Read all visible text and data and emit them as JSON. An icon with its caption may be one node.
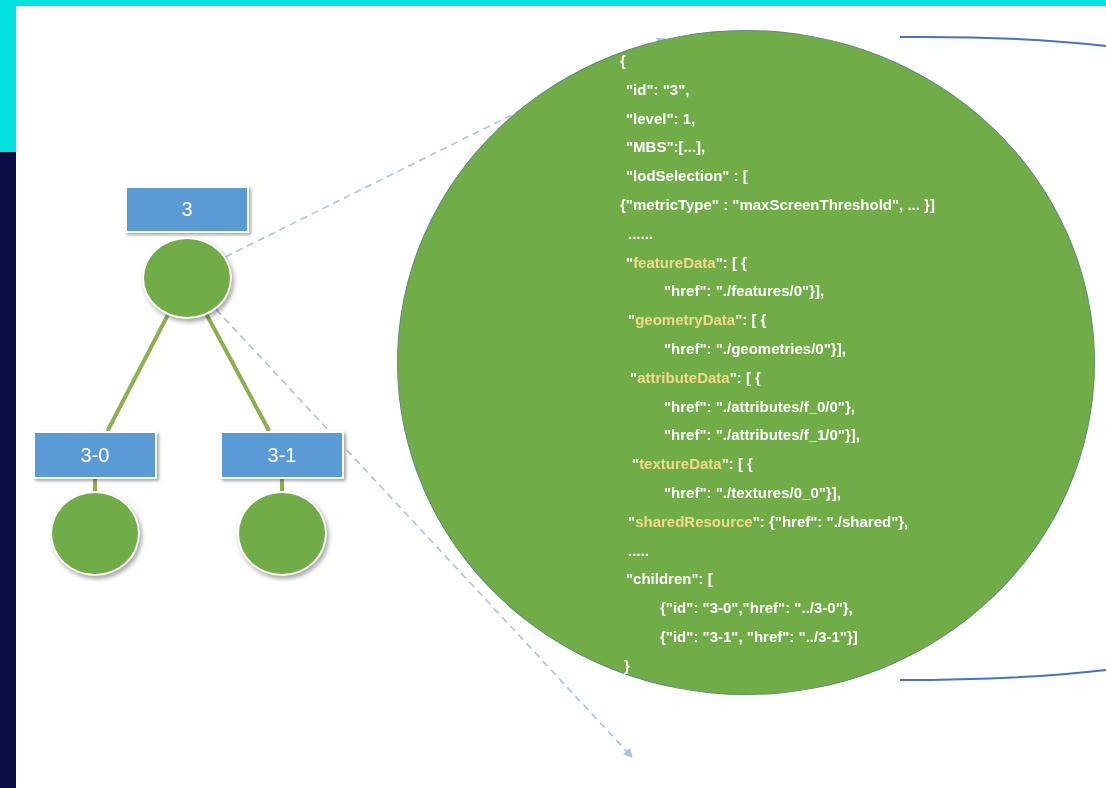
{
  "diagram": {
    "nodes": [
      {
        "text": [
          "3"
        ]
      },
      {
        "text": [],
        "shape": "circle"
      },
      {
        "text": [
          "3-0"
        ]
      },
      {
        "text": [
          "3-1"
        ]
      },
      {
        "text": [],
        "shape": "circle"
      },
      {
        "text": [],
        "shape": "circle"
      },
      {
        "text": [
          "{",
          "\"id\": \"3\",",
          "\"level\": 1,",
          "\"MBS\":[...],",
          "\"lodSelection\" : [",
          "{\"metricType\" : \"maxScreenThreshold\", ... }]",
          "......",
          "\"featureData\": [ {",
          "\"href\": \"./features/0\"}],",
          "\"geometryData\": [ {",
          "\"href\": \"./geometries/0\"}],",
          "\"attributeData\": [ {",
          "\"href\": \"./attributes/f_0/0\"},",
          "\"href\": \"./attributes/f_1/0\"}],",
          "\"textureData\": [ {",
          "\"href\": \"./textures/0_0\"}],",
          "\"sharedResource\": {\"href\": \"./shared\"},",
          ".....",
          "\"children\": [",
          "{\"id\": \"3-0\",\"href\": \"../3-0\"},",
          "{\"id\": \"3-1\", \"href\": \"../3-1\"}]",
          "}"
        ]
      }
    ],
    "edges": [
      {
        "from": 1,
        "to": 2,
        "arrow": "none"
      },
      {
        "from": 1,
        "to": 3,
        "arrow": "none"
      },
      {
        "from": 2,
        "to": 4,
        "arrow": "none"
      },
      {
        "from": 3,
        "to": 5,
        "arrow": "none"
      },
      {
        "from": 1,
        "to": 6,
        "arrow": "to",
        "style": "dashed",
        "color": "#a9c4dc"
      },
      {
        "from": 1,
        "to": null,
        "arrow": "to",
        "style": "dashed",
        "color": "#a9c4dc"
      }
    ]
  }
}
